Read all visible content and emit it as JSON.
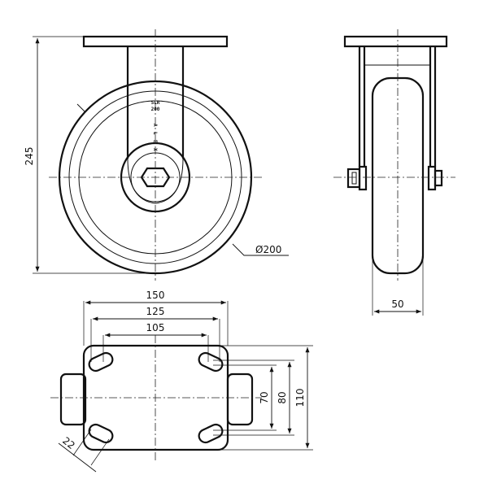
{
  "dimensions": {
    "overall_height": "245",
    "wheel_diameter": "Ø200",
    "wheel_width": "50",
    "plate_width": "150",
    "hole_spacing_outer": "125",
    "hole_spacing_inner": "105",
    "hole_spacing_short_inner": "70",
    "hole_spacing_short_outer": "80",
    "plate_depth": "110",
    "slot_length": "22"
  },
  "markings": {
    "wheel_code_line1": "SLR",
    "wheel_code_line2": "200",
    "brand_letters": [
      "A",
      "L",
      "E",
      "X"
    ]
  }
}
